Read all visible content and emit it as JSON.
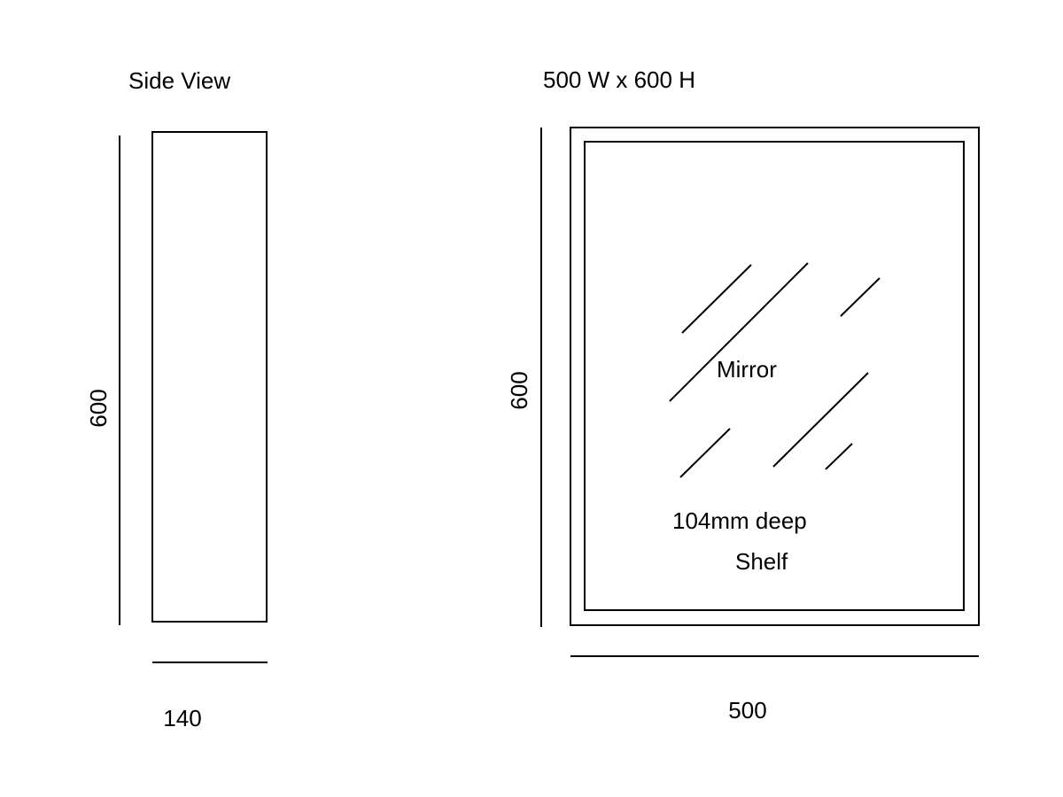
{
  "side_view": {
    "title": "Side View",
    "height_label": "600",
    "width_label": "140"
  },
  "front_view": {
    "title": "500 W x 600 H",
    "height_label": "600",
    "width_label": "500",
    "mirror_label": "Mirror",
    "depth_label": "104mm deep",
    "shelf_label": "Shelf"
  },
  "colors": {
    "line": "#000000",
    "background": "#ffffff"
  }
}
